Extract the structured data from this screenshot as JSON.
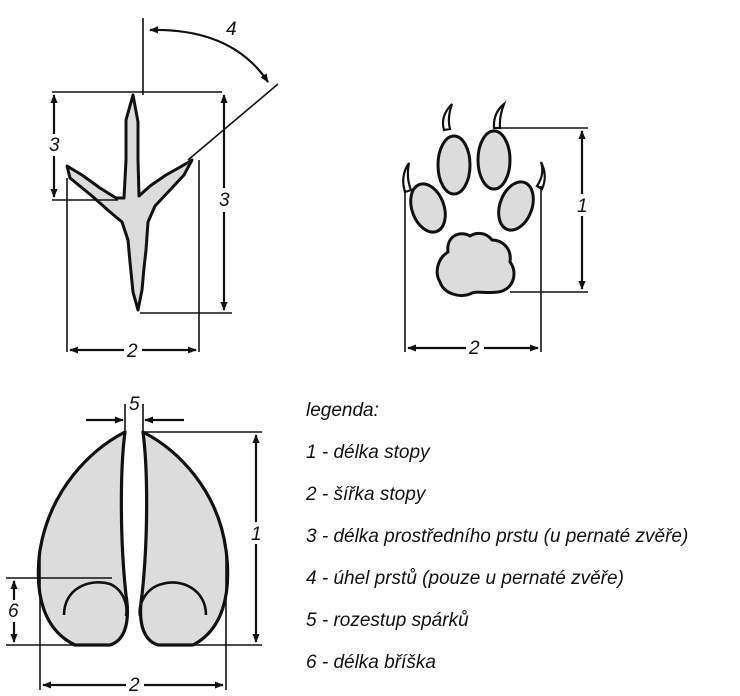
{
  "labels": {
    "bird_angle": "4",
    "bird_middle_toe_left": "3",
    "bird_middle_toe_right": "3",
    "bird_width": "2",
    "paw_length": "1",
    "paw_width": "2",
    "hoof_gap": "5",
    "hoof_length": "1",
    "hoof_heel": "6",
    "hoof_width": "2"
  },
  "legend": {
    "title": "legenda:",
    "items": [
      "1 - délka stopy",
      "2 - šířka stopy",
      "3 - délka prostředního prstu (u pernaté zvěře)",
      "4 - úhel prstů (pouze u pernaté zvěře)",
      "5 - rozestup spárků",
      "6 - délka bříška"
    ]
  },
  "colors": {
    "fill": "#dcdcdc",
    "stroke": "#111111",
    "background": "#ffffff"
  }
}
